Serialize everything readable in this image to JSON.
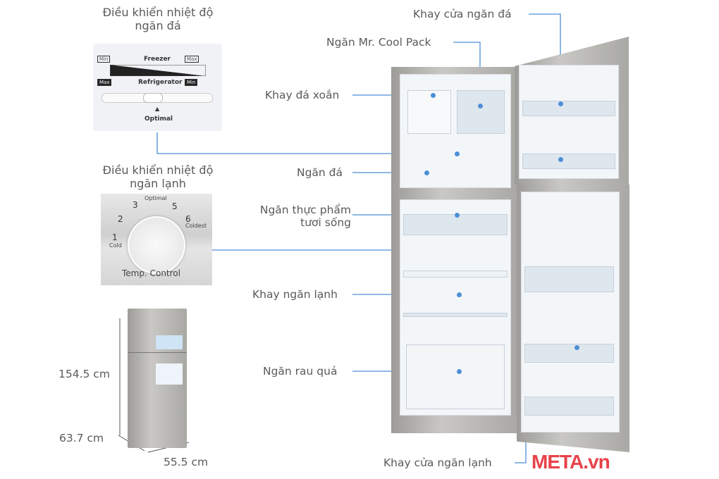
{
  "accent_color": "#4d8fd6",
  "logo_color": "#e8434a",
  "callouts": {
    "freezer_control_title": [
      "Điều khiển nhiệt độ",
      "ngăn đá"
    ],
    "fridge_control_title": [
      "Điều khiển nhiệt độ",
      "ngăn lạnh"
    ],
    "freezer_door_tray": "Khay cửa ngăn đá",
    "cool_pack": "Ngăn Mr. Cool Pack",
    "twist_ice_tray": "Khay đá xoắn",
    "freezer": "Ngăn đá",
    "fresh_food": [
      "Ngăn thực phẩm",
      "tươi sống"
    ],
    "fridge_tray": "Khay ngăn lạnh",
    "vegetable": "Ngăn rau quả",
    "fridge_door_tray": "Khay cửa ngăn lạnh"
  },
  "freezer_panel": {
    "min_top": "Min",
    "freezer": "Freezer",
    "max_top": "Max",
    "max_bottom": "Max",
    "refrigerator": "Refrigerator",
    "min_bottom": "Min",
    "optimal": "Optimal"
  },
  "dial": {
    "numbers": [
      "1",
      "2",
      "3",
      "5",
      "6"
    ],
    "cold": "Cold",
    "optimal": "Optimal",
    "coldest": "Coldest",
    "label": "Temp. Control"
  },
  "dimensions": {
    "height": "154.5 cm",
    "depth": "63.7 cm",
    "width": "55.5 cm"
  },
  "logo": "META.vn"
}
